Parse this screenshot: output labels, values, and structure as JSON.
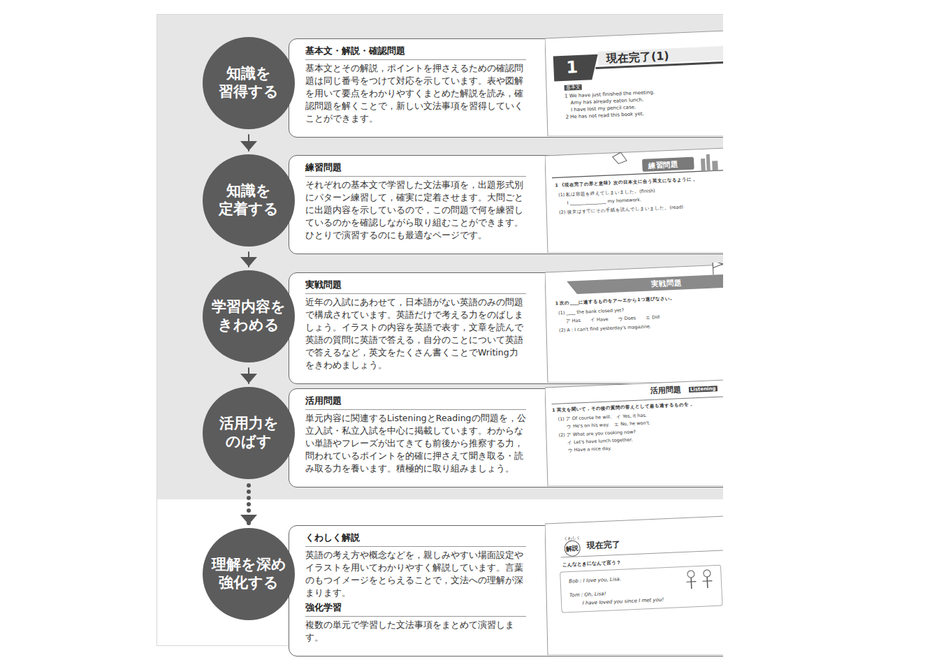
{
  "diagram": {
    "nodes": [
      {
        "text": [
          "知識を 習得する"
        ]
      },
      {
        "text": [
          "基本文・解説・確認問題",
          "基本文とその解説，ポイントを押さえるための確認問題は同じ番号をつけて対応を示しています。表や図解を用いて要点をわかりやすくまとめた解説を読み，確認問題を解くことで，新しい文法事項を習得していくことができます。"
        ]
      },
      {
        "text": [
          "知識を 定着する"
        ]
      },
      {
        "text": [
          "練習問題",
          "それぞれの基本文で学習した文法事項を，出題形式別にパターン練習して，確実に定着させます。大問ごとに出題内容を示しているので，この問題で何を練習しているのかを確認しながら取り組むことができます。ひとりで演習するのにも最適なページです。"
        ]
      },
      {
        "text": [
          "学習内容を きわめる"
        ]
      },
      {
        "text": [
          "実戦問題",
          "近年の入試にあわせて，日本語がない英語のみの問題で構成されています。英語だけで考える力をのばしましょう。イラストの内容を英語で表す，文章を読んで英語の質問に英語で答える，自分のことについて英語で答えるなど，英文をたくさん書くことでWriting力をきわめましょう。"
        ]
      },
      {
        "text": [
          "活用力を のばす"
        ]
      },
      {
        "text": [
          "活用問題",
          "単元内容に関連するListeningとReadingの問題を，公立入試・私立入試を中心に掲載しています。わからない単語やフレーズが出てきても前後から推察する力，問われているポイントを的確に押さえて聞き取る・読み取る力を養います。積極的に取り組みましょう。"
        ]
      },
      {
        "text": [
          "理解を深め 強化する"
        ]
      },
      {
        "text": [
          "くわしく解説",
          "英語の考え方や概念などを，親しみやすい場面設定やイラストを用いてわかりやすく解説しています。言葉のもつイメージをとらえることで，文法への理解が深まります。",
          "強化学習",
          "複数の単元で学習した文法事項をまとめて演習します。"
        ]
      }
    ],
    "edges": [
      {
        "from": 0,
        "to": 2,
        "arrow": "to"
      },
      {
        "from": 2,
        "to": 4,
        "arrow": "to"
      },
      {
        "from": 4,
        "to": 6,
        "arrow": "to"
      },
      {
        "from": 6,
        "to": 8,
        "arrow": "to"
      }
    ],
    "labels": [
      "1",
      "現在完了(1)",
      "基本文",
      "1 We have just finished the meeting.",
      "Amy has already eaten lunch.",
      "I have lost my pencil case.",
      "2 He has not read this book yet.",
      "練習問題",
      "1 《現在完了の形と意味》次の日本文に合う英文になるように，",
      "(1) 私は宿題を終えてしまいました。(finish)",
      "I ________________ my homework.",
      "(2) 彼女はすでにその手紙を読んでしまいました。(read)",
      "実戦問題",
      "1 次の____に適するものをア〜エから1つ選びなさい。",
      "(1) ____ the bank closed yet?",
      "ア Has　　イ Have　　ウ Does　　エ Did",
      "(2) A : I can't find yesterday's magazine.",
      "活用問題",
      "Listening",
      "1 英文を聞いて，その後の質問の答えとして最も適するものを，",
      "(1) ア Of course he will.　イ Yes, it has.",
      "ウ He's on his way.　エ No, he won't.",
      "(2) ア What are you cooking now?",
      "イ Let's have lunch together.",
      "ウ Have a nice day.",
      "くわしく",
      "解説",
      "現在完了",
      "こんなときになんて言う？",
      "Bob : I love you, Lisa.",
      "Tom : Oh, Lisa!",
      "I have loved you since I met you!"
    ]
  }
}
